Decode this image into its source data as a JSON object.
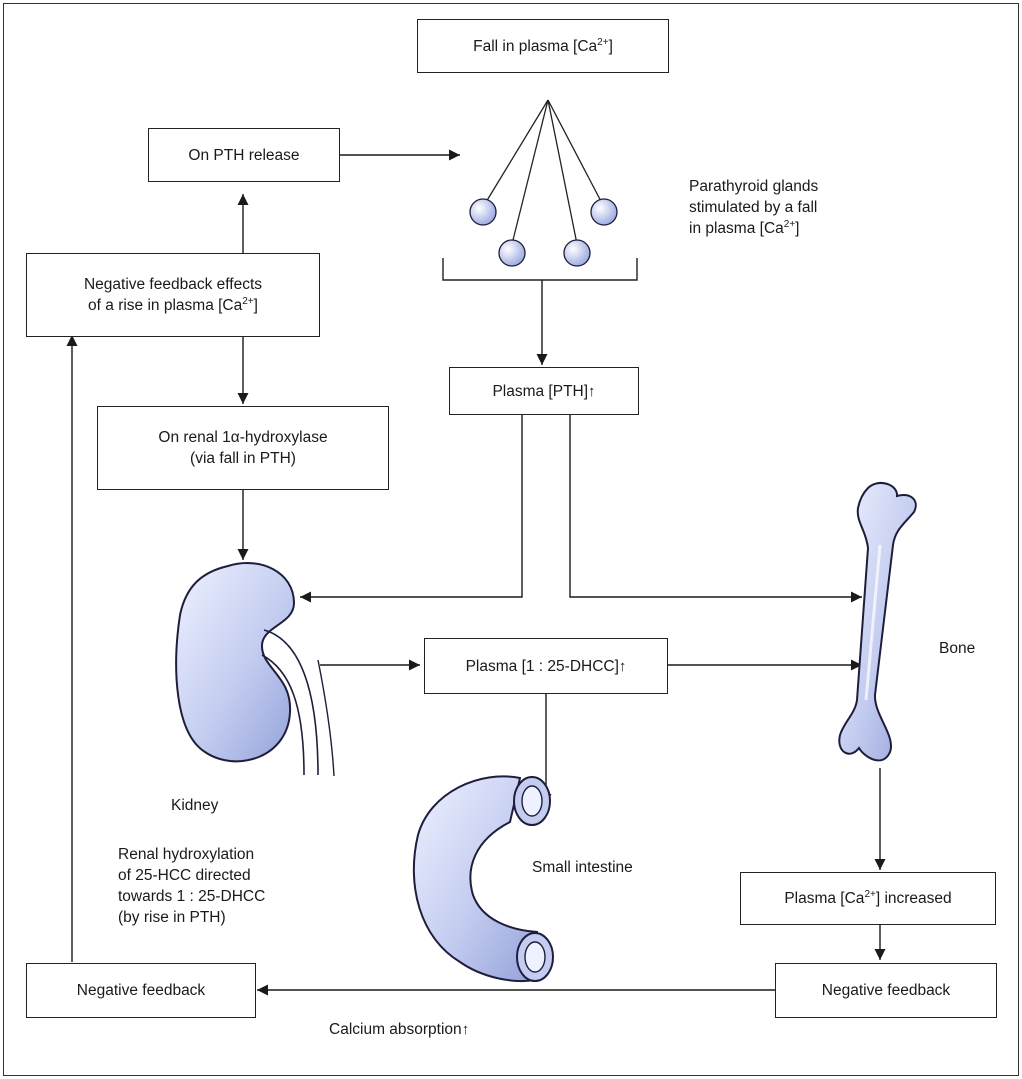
{
  "nodes": {
    "fall_plasma_ca": {
      "pre": "Fall in plasma [Ca",
      "sup": "2+",
      "post": "]"
    },
    "pth_release": {
      "text": "On PTH release"
    },
    "neg_fb_effects": {
      "line1": "Negative feedback effects",
      "line2_pre": "of a rise in plasma [Ca",
      "line2_sup": "2+",
      "line2_post": "]"
    },
    "renal_hydroxylase": {
      "line1": "On renal 1α-hydroxylase",
      "line2": "(via fall in PTH)"
    },
    "plasma_pth": {
      "text": "Plasma [PTH]",
      "arrow": "↑"
    },
    "plasma_dhcc": {
      "text": "Plasma [1 : 25-DHCC]",
      "arrow": "↑"
    },
    "plasma_ca_increased": {
      "pre": "Plasma [Ca",
      "sup": "2+",
      "post": "] increased"
    },
    "neg_feedback_left": {
      "text": "Negative feedback"
    },
    "neg_feedback_right": {
      "text": "Negative feedback"
    }
  },
  "labels": {
    "parathyroid": {
      "line1": "Parathyroid glands",
      "line2": "stimulated by a fall",
      "line3_pre": "in plasma [Ca",
      "line3_sup": "2+",
      "line3_post": "]"
    },
    "kidney": "Kidney",
    "bone": "Bone",
    "small_intestine": "Small intestine",
    "renal_hydroxylation": {
      "line1": "Renal hydroxylation",
      "line2": "of 25-HCC directed",
      "line3": "towards 1 : 25-DHCC",
      "line4": "(by rise in PTH)"
    },
    "calcium_absorption": {
      "text": "Calcium absorption",
      "arrow": "↑"
    }
  },
  "colors": {
    "organ_fill": "#c4cdf0",
    "organ_stroke": "#1e1e3c",
    "line": "#1a1a1a"
  },
  "icons": [
    "parathyroid-glands-icon",
    "kidney-icon",
    "bone-icon",
    "small-intestine-icon"
  ]
}
